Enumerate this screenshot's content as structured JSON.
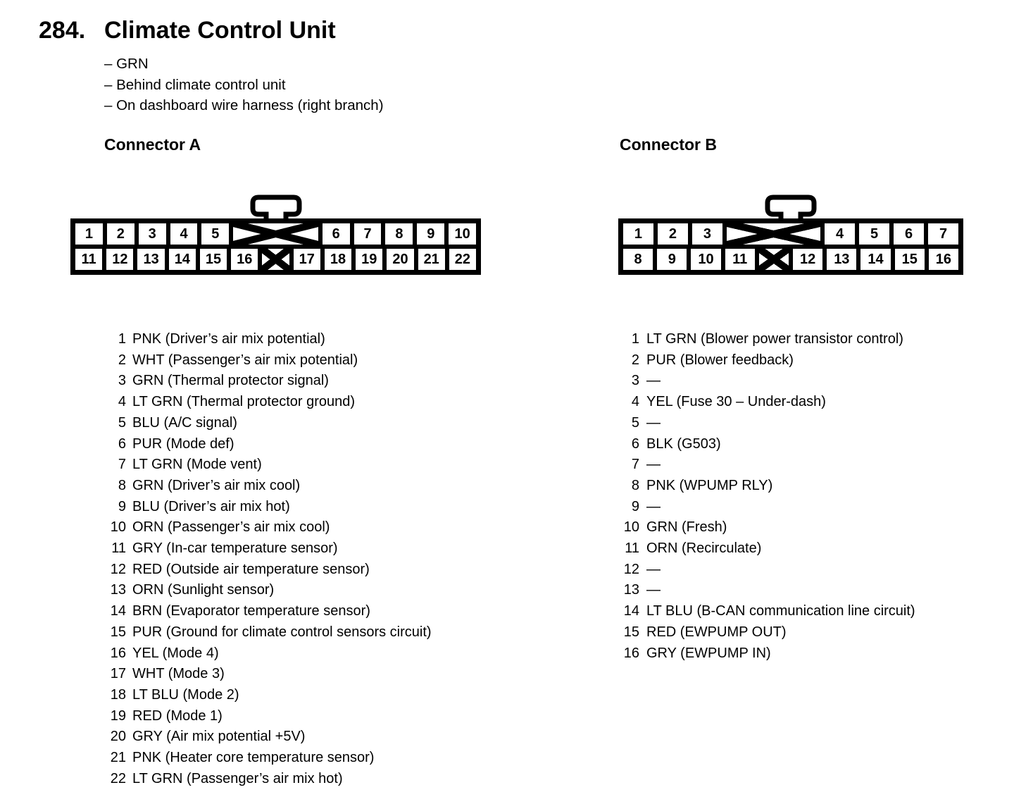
{
  "colors": {
    "ink": "#000000",
    "paper": "#ffffff"
  },
  "page": {
    "section_number": "284.",
    "title": "Climate Control Unit",
    "bullets": [
      "– GRN",
      "– Behind climate control unit",
      "– On dashboard wire harness (right branch)"
    ]
  },
  "connector_a": {
    "heading": "Connector A",
    "diagram": {
      "top_row": [
        {
          "pin": "1"
        },
        {
          "pin": "2"
        },
        {
          "pin": "3"
        },
        {
          "pin": "4"
        },
        {
          "pin": "5"
        },
        {
          "blocked": "wide"
        },
        {
          "pin": "6"
        },
        {
          "pin": "7"
        },
        {
          "pin": "8"
        },
        {
          "pin": "9"
        },
        {
          "pin": "10"
        }
      ],
      "bottom_row": [
        {
          "pin": "11"
        },
        {
          "pin": "12"
        },
        {
          "pin": "13"
        },
        {
          "pin": "14"
        },
        {
          "pin": "15"
        },
        {
          "pin": "16"
        },
        {
          "blocked": "small"
        },
        {
          "pin": "17"
        },
        {
          "pin": "18"
        },
        {
          "pin": "19"
        },
        {
          "pin": "20"
        },
        {
          "pin": "21"
        },
        {
          "pin": "22"
        }
      ]
    },
    "pins": [
      {
        "num": "1",
        "desc": "PNK (Driver’s air mix potential)"
      },
      {
        "num": "2",
        "desc": "WHT (Passenger’s air mix potential)"
      },
      {
        "num": "3",
        "desc": "GRN (Thermal protector signal)"
      },
      {
        "num": "4",
        "desc": "LT GRN (Thermal protector ground)"
      },
      {
        "num": "5",
        "desc": "BLU (A/C signal)"
      },
      {
        "num": "6",
        "desc": "PUR (Mode def)"
      },
      {
        "num": "7",
        "desc": "LT GRN (Mode vent)"
      },
      {
        "num": "8",
        "desc": "GRN (Driver’s air mix cool)"
      },
      {
        "num": "9",
        "desc": "BLU (Driver’s air mix hot)"
      },
      {
        "num": "10",
        "desc": "ORN (Passenger’s air mix cool)"
      },
      {
        "num": "11",
        "desc": "GRY (In-car temperature sensor)"
      },
      {
        "num": "12",
        "desc": "RED (Outside air temperature sensor)"
      },
      {
        "num": "13",
        "desc": "ORN (Sunlight sensor)"
      },
      {
        "num": "14",
        "desc": "BRN (Evaporator temperature sensor)"
      },
      {
        "num": "15",
        "desc": "PUR (Ground for climate control sensors circuit)"
      },
      {
        "num": "16",
        "desc": "YEL (Mode 4)"
      },
      {
        "num": "17",
        "desc": "WHT (Mode 3)"
      },
      {
        "num": "18",
        "desc": "LT BLU (Mode 2)"
      },
      {
        "num": "19",
        "desc": "RED (Mode 1)"
      },
      {
        "num": "20",
        "desc": "GRY (Air mix potential +5V)"
      },
      {
        "num": "21",
        "desc": "PNK (Heater core temperature sensor)"
      },
      {
        "num": "22",
        "desc": "LT GRN (Passenger’s air mix hot)"
      }
    ]
  },
  "connector_b": {
    "heading": "Connector B",
    "diagram": {
      "top_row": [
        {
          "pin": "1"
        },
        {
          "pin": "2"
        },
        {
          "pin": "3"
        },
        {
          "blocked": "wide"
        },
        {
          "pin": "4"
        },
        {
          "pin": "5"
        },
        {
          "pin": "6"
        },
        {
          "pin": "7"
        }
      ],
      "bottom_row": [
        {
          "pin": "8"
        },
        {
          "pin": "9"
        },
        {
          "pin": "10"
        },
        {
          "pin": "11"
        },
        {
          "blocked": "small"
        },
        {
          "pin": "12"
        },
        {
          "pin": "13"
        },
        {
          "pin": "14"
        },
        {
          "pin": "15"
        },
        {
          "pin": "16"
        }
      ]
    },
    "pins": [
      {
        "num": "1",
        "desc": "LT GRN (Blower power transistor control)"
      },
      {
        "num": "2",
        "desc": "PUR (Blower feedback)"
      },
      {
        "num": "3",
        "desc": "—"
      },
      {
        "num": "4",
        "desc": "YEL (Fuse 30 – Under-dash)"
      },
      {
        "num": "5",
        "desc": "—"
      },
      {
        "num": "6",
        "desc": "BLK (G503)"
      },
      {
        "num": "7",
        "desc": "—"
      },
      {
        "num": "8",
        "desc": "PNK (WPUMP RLY)"
      },
      {
        "num": "9",
        "desc": "—"
      },
      {
        "num": "10",
        "desc": "GRN (Fresh)"
      },
      {
        "num": "11",
        "desc": "ORN (Recirculate)"
      },
      {
        "num": "12",
        "desc": "—"
      },
      {
        "num": "13",
        "desc": "—"
      },
      {
        "num": "14",
        "desc": "LT BLU (B-CAN communication line circuit)"
      },
      {
        "num": "15",
        "desc": "RED (EWPUMP OUT)"
      },
      {
        "num": "16",
        "desc": "GRY (EWPUMP IN)"
      }
    ]
  }
}
